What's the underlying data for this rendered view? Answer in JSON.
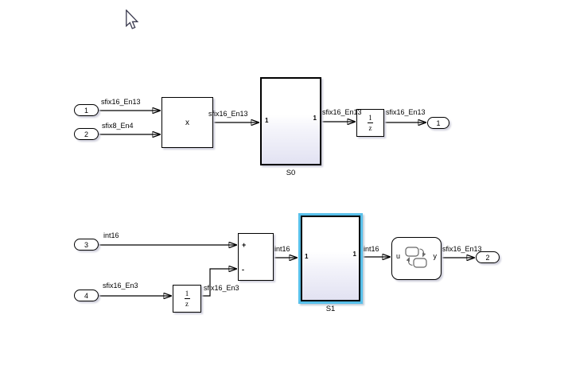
{
  "ports": {
    "in1": "1",
    "in2": "2",
    "in3": "3",
    "in4": "4",
    "out1": "1",
    "out2": "2"
  },
  "blocks": {
    "product": {
      "symbol": "x"
    },
    "subsystem_s0": {
      "label": "S0",
      "inport": "1",
      "outport": "1"
    },
    "subsystem_s1": {
      "label": "S1",
      "inport": "1",
      "outport": "1"
    },
    "unit_delay_1": {
      "numerator": "1",
      "denominator": "z"
    },
    "unit_delay_2": {
      "numerator": "1",
      "denominator": "z"
    },
    "sum": {
      "plus": "+",
      "minus": "-"
    },
    "chart": {
      "input": "u",
      "output": "y"
    }
  },
  "signal_labels": {
    "in1_to_product": "sfix16_En13",
    "in2_to_product": "sfix8_En4",
    "product_to_s0": "sfix16_En13",
    "s0_to_delay1": "sfix16_En13",
    "delay1_to_out1": "sfix16_En13",
    "in3_to_sum": "int16",
    "in4_to_delay2": "sfix16_En3",
    "delay2_to_sum": "sfix16_En3",
    "sum_to_s1": "int16",
    "s1_to_chart": "int16",
    "chart_to_out2": "sfix16_En13"
  },
  "colors": {
    "background": "#ffffff",
    "block_border": "#000000",
    "selection_highlight": "#58c0ea",
    "subsystem_gradient_bottom": "#e2e2f2",
    "shadow": "#cdcdda"
  }
}
